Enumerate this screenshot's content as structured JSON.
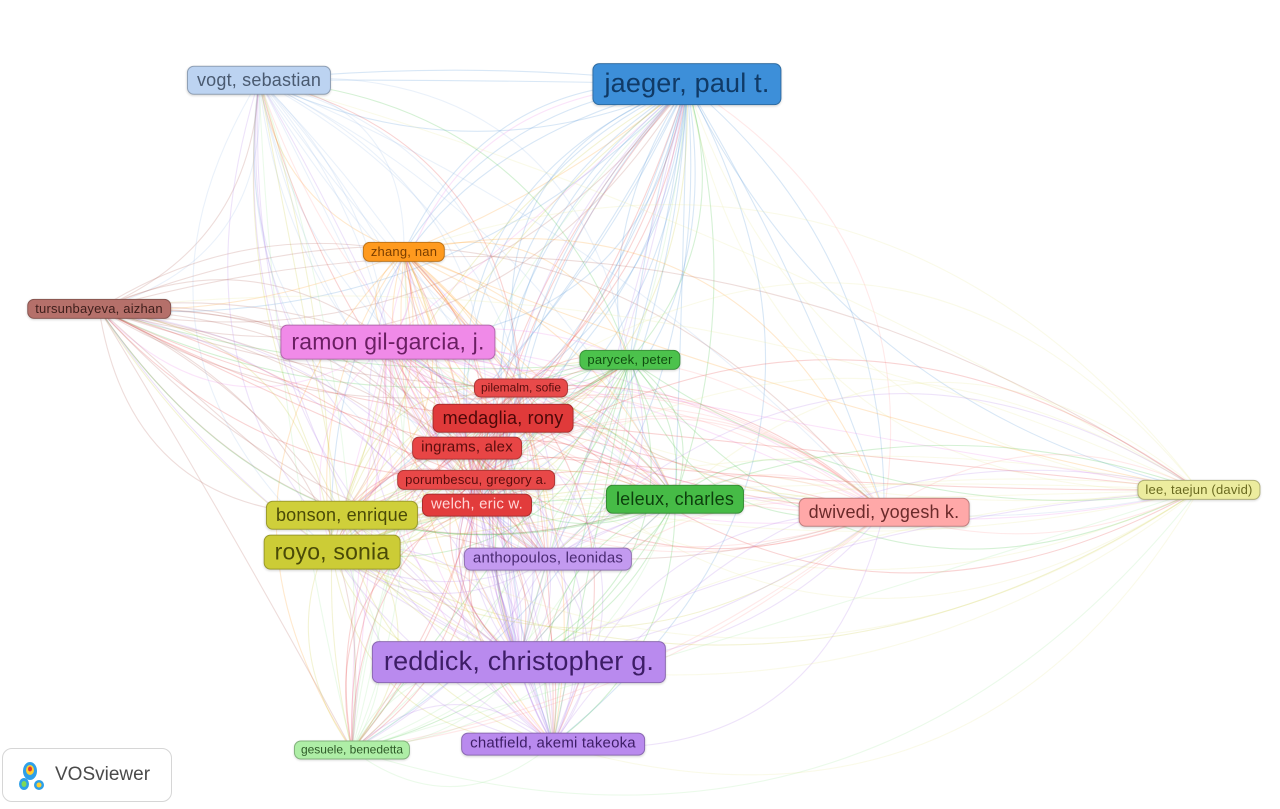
{
  "logo": {
    "label": "VOSviewer",
    "icon": "vosviewer-logo-icon"
  },
  "clusters": {
    "red": "#e33b3b",
    "blue": "#4d90d8",
    "pink": "#ee82e8",
    "green": "#3fbf3f",
    "yellow": "#c9c93a",
    "purple": "#b07fe8",
    "orange": "#ff9a1e",
    "brown": "#b3645d",
    "lightblue": "#9fbfe8",
    "salmon": "#ff9c9c",
    "khaki": "#e8e89a",
    "lightgreen": "#a6e89e",
    "cyan": "#5cd6f0"
  },
  "nodes": [
    {
      "id": "jaeger",
      "label": "jaeger, paul t.",
      "cluster": "blue",
      "fill": "#3d8fd9",
      "text": "#103a66"
    },
    {
      "id": "vogt",
      "label": "vogt, sebastian",
      "cluster": "lightblue",
      "fill": "#bcd3f1",
      "text": "#4a5a70"
    },
    {
      "id": "zhang",
      "label": "zhang, nan",
      "cluster": "orange",
      "fill": "#ff9a1e",
      "text": "#7a3e00"
    },
    {
      "id": "tursun",
      "label": "tursunbayeva, aizhan",
      "cluster": "brown",
      "fill": "#b5706a",
      "text": "#3e1e1b"
    },
    {
      "id": "ramon",
      "label": "ramon gil-garcia, j.",
      "cluster": "pink",
      "fill": "#f08ae8",
      "text": "#6a1e62"
    },
    {
      "id": "parycek",
      "label": "parycek, peter",
      "cluster": "green",
      "fill": "#4cc24c",
      "text": "#104d10"
    },
    {
      "id": "pilemalm",
      "label": "pilemalm, sofie",
      "cluster": "red",
      "fill": "#e84a4a",
      "text": "#5a0d0d"
    },
    {
      "id": "medaglia",
      "label": "medaglia, rony",
      "cluster": "red",
      "fill": "#e03a3a",
      "text": "#4d0808"
    },
    {
      "id": "ingrams",
      "label": "ingrams, alex",
      "cluster": "red",
      "fill": "#e84545",
      "text": "#5a0d0d"
    },
    {
      "id": "porumbescu",
      "label": "porumbescu, gregory a.",
      "cluster": "red",
      "fill": "#e84848",
      "text": "#5a0d0d"
    },
    {
      "id": "welch",
      "label": "welch, eric w.",
      "cluster": "red",
      "fill": "#e23c3c",
      "text": "#ffd6d6"
    },
    {
      "id": "leleux",
      "label": "leleux, charles",
      "cluster": "green",
      "fill": "#46bb46",
      "text": "#0d3f0d"
    },
    {
      "id": "dwivedi",
      "label": "dwivedi, yogesh k.",
      "cluster": "salmon",
      "fill": "#ffa8a8",
      "text": "#6a2a2a"
    },
    {
      "id": "lee",
      "label": "lee, taejun (david)",
      "cluster": "khaki",
      "fill": "#ecec9e",
      "text": "#6a6a20"
    },
    {
      "id": "bonson",
      "label": "bonson, enrique",
      "cluster": "yellow",
      "fill": "#cfcf3a",
      "text": "#4a4a08"
    },
    {
      "id": "royo",
      "label": "royo, sonia",
      "cluster": "yellow",
      "fill": "#cccc36",
      "text": "#4a4a08"
    },
    {
      "id": "anthopoulos",
      "label": "anthopoulos, leonidas",
      "cluster": "purple",
      "fill": "#c39af0",
      "text": "#4a2a72"
    },
    {
      "id": "reddick",
      "label": "reddick, christopher g.",
      "cluster": "purple",
      "fill": "#b98aee",
      "text": "#3d1d66"
    },
    {
      "id": "gesuele",
      "label": "gesuele, benedetta",
      "cluster": "lightgreen",
      "fill": "#aeeea6",
      "text": "#2e5a28"
    },
    {
      "id": "chatfield",
      "label": "chatfield, akemi takeoka",
      "cluster": "purple",
      "fill": "#b98aee",
      "text": "#3d1d66"
    }
  ]
}
